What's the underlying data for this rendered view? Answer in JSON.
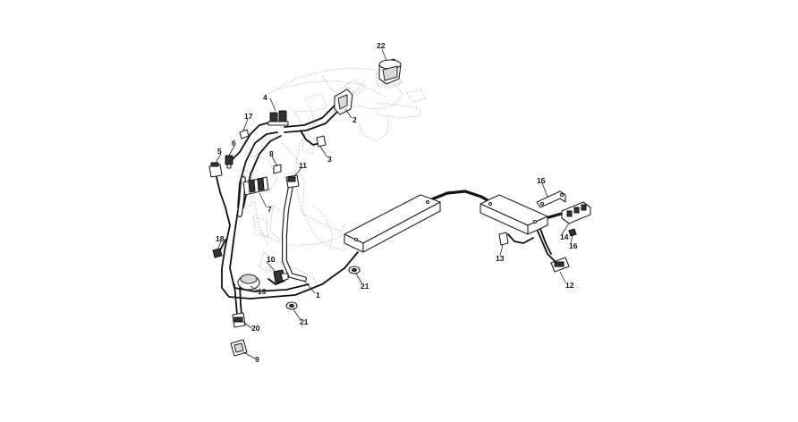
{
  "callouts": [
    {
      "id": "c1",
      "label": "1"
    },
    {
      "id": "c2",
      "label": "2"
    },
    {
      "id": "c3",
      "label": "3"
    },
    {
      "id": "c4",
      "label": "4"
    },
    {
      "id": "c5",
      "label": "5"
    },
    {
      "id": "c6",
      "label": "6"
    },
    {
      "id": "c7",
      "label": "7"
    },
    {
      "id": "c8",
      "label": "8"
    },
    {
      "id": "c9",
      "label": "9"
    },
    {
      "id": "c10",
      "label": "10"
    },
    {
      "id": "c11",
      "label": "11"
    },
    {
      "id": "c12",
      "label": "12"
    },
    {
      "id": "c13",
      "label": "13"
    },
    {
      "id": "c14",
      "label": "14"
    },
    {
      "id": "c15",
      "label": "15"
    },
    {
      "id": "c16",
      "label": "16"
    },
    {
      "id": "c17",
      "label": "17"
    },
    {
      "id": "c18",
      "label": "18"
    },
    {
      "id": "c19",
      "label": "19"
    },
    {
      "id": "c20",
      "label": "20"
    },
    {
      "id": "c21a",
      "label": "21"
    },
    {
      "id": "c21b",
      "label": "21"
    },
    {
      "id": "c22",
      "label": "22"
    }
  ]
}
